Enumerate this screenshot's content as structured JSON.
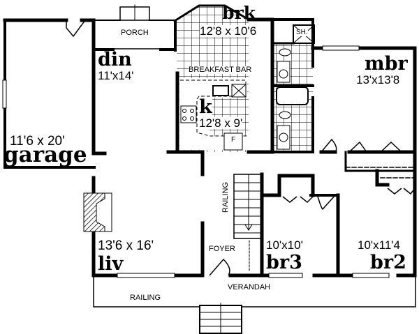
{
  "plan": {
    "rooms": {
      "garage": {
        "name": "garage",
        "dim": "11'6 x 20'"
      },
      "din": {
        "name": "din",
        "dim": "11'x14'"
      },
      "brk": {
        "name": "brk",
        "dim": "12'8 x 10'6"
      },
      "k": {
        "name": "k",
        "dim": "12'8 x 9'"
      },
      "mbr": {
        "name": "mbr",
        "dim": "13'x13'8"
      },
      "liv": {
        "name": "liv",
        "dim": "13'6 x 16'"
      },
      "br3": {
        "name": "br3",
        "dim": "10'x10'"
      },
      "br2": {
        "name": "br2",
        "dim": "10'x11'4"
      }
    },
    "labels": {
      "porch": "PORCH",
      "breakfast_bar": "BREAKFAST BAR",
      "shower": "SH.",
      "fridge": "F",
      "railing_stair": "RAILING",
      "foyer": "FOYER",
      "verandah": "VERANDAH",
      "railing_verandah": "RAILING"
    },
    "colors": {
      "ink": "#000000",
      "paper": "#ffffff"
    }
  }
}
